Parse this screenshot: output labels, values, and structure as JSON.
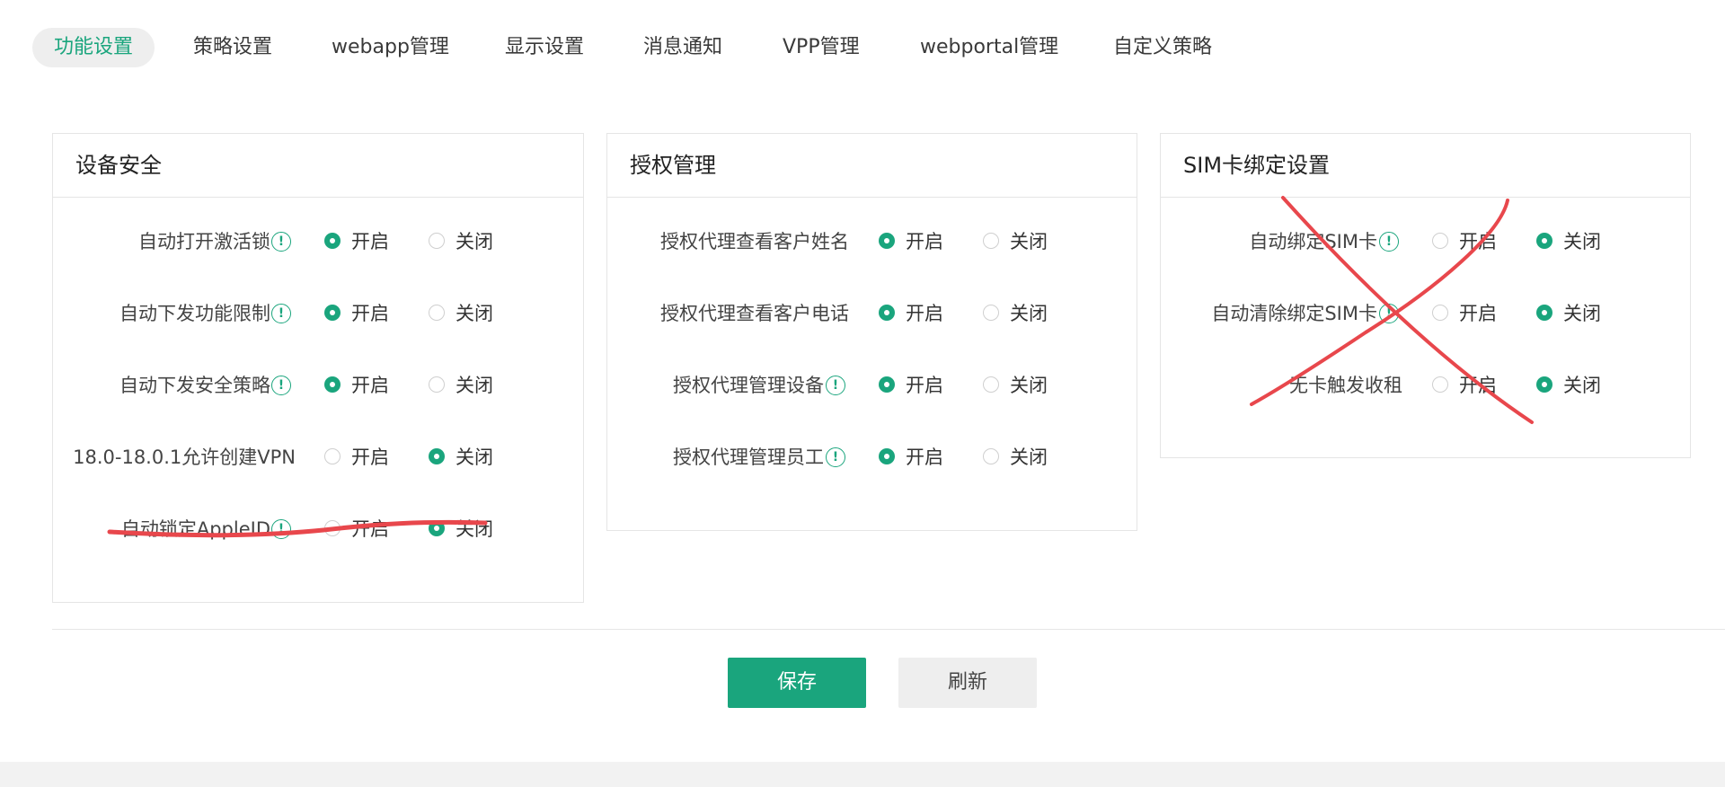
{
  "tabs": [
    {
      "label": "功能设置",
      "active": true
    },
    {
      "label": "策略设置",
      "active": false
    },
    {
      "label": "webapp管理",
      "active": false
    },
    {
      "label": "显示设置",
      "active": false
    },
    {
      "label": "消息通知",
      "active": false
    },
    {
      "label": "VPP管理",
      "active": false
    },
    {
      "label": "webportal管理",
      "active": false
    },
    {
      "label": "自定义策略",
      "active": false
    }
  ],
  "radio_labels": {
    "on": "开启",
    "off": "关闭"
  },
  "cards": [
    {
      "title": "设备安全",
      "rows": [
        {
          "label": "自动打开激活锁",
          "info": true,
          "value": "on"
        },
        {
          "label": "自动下发功能限制",
          "info": true,
          "value": "on"
        },
        {
          "label": "自动下发安全策略",
          "info": true,
          "value": "on"
        },
        {
          "label": "18.0-18.0.1允许创建VPN",
          "info": false,
          "value": "off"
        },
        {
          "label": "自动锁定AppleID",
          "info": true,
          "value": "off"
        }
      ]
    },
    {
      "title": "授权管理",
      "rows": [
        {
          "label": "授权代理查看客户姓名",
          "info": false,
          "value": "on"
        },
        {
          "label": "授权代理查看客户电话",
          "info": false,
          "value": "on"
        },
        {
          "label": "授权代理管理设备",
          "info": true,
          "value": "on"
        },
        {
          "label": "授权代理管理员工",
          "info": true,
          "value": "on"
        }
      ]
    },
    {
      "title": "SIM卡绑定设置",
      "rows": [
        {
          "label": "自动绑定SIM卡",
          "info": true,
          "value": "off"
        },
        {
          "label": "自动清除绑定SIM卡",
          "info": true,
          "value": "off"
        },
        {
          "label": "无卡触发收租",
          "info": false,
          "value": "off"
        }
      ]
    }
  ],
  "buttons": {
    "save": "保存",
    "refresh": "刷新"
  },
  "colors": {
    "accent": "#1aa57d",
    "annotation": "#e8474c"
  }
}
